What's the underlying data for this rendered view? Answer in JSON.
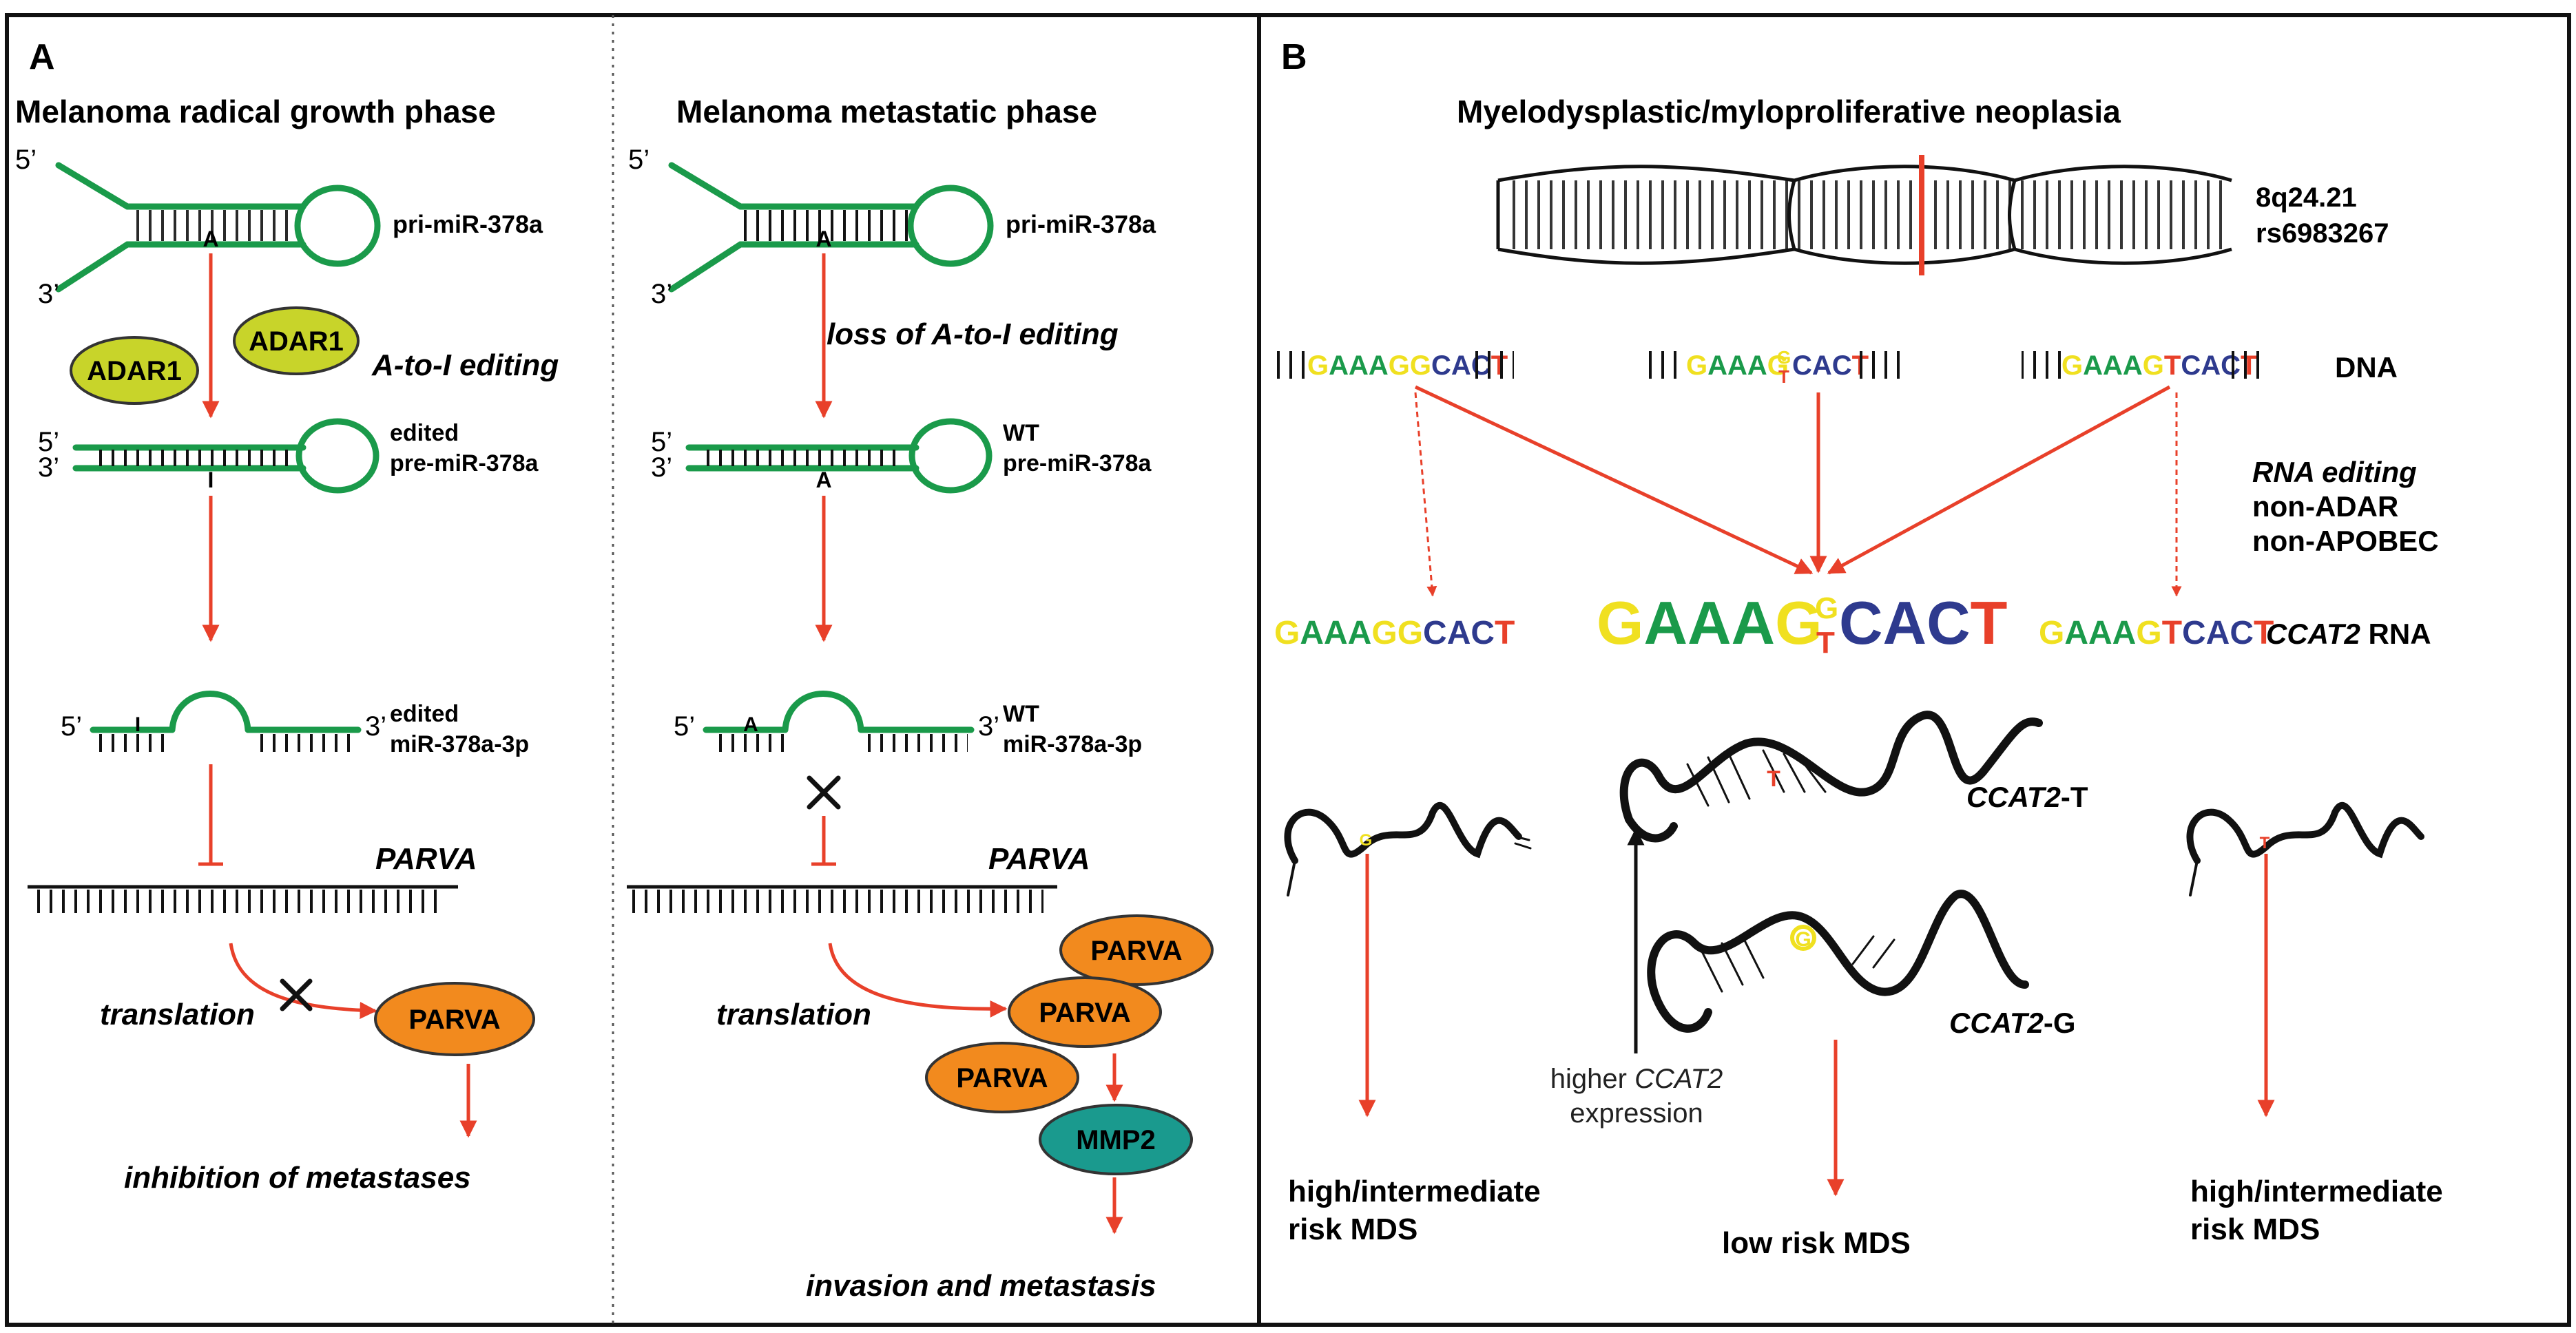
{
  "panel_a": {
    "letter": "A",
    "left": {
      "title": "Melanoma radical growth phase",
      "five_prime": "5’",
      "three_prime": "3’",
      "pri_label": "pri-miR-378a",
      "base_a": "A",
      "base_i": "I",
      "adar1_label": "ADAR1",
      "editing_label": "A-to-I editing",
      "pre_label_1": "edited",
      "pre_label_2": "pre-miR-378a",
      "mature_label_1": "edited",
      "mature_label_2": "miR-378a-3p",
      "target_label": "PARVA",
      "translation_label": "translation",
      "protein_label": "PARVA",
      "outcome": "inhibition of metastases"
    },
    "right": {
      "title": "Melanoma metastatic phase",
      "five_prime": "5’",
      "three_prime": "3’",
      "pri_label": "pri-miR-378a",
      "base_a": "A",
      "loss_label": "loss of A-to-I editing",
      "pre_label_1": "WT",
      "pre_label_2": "pre-miR-378a",
      "mature_label_1": "WT",
      "mature_label_2": "miR-378a-3p",
      "target_label": "PARVA",
      "translation_label": "translation",
      "protein_label": "PARVA",
      "mmp_label": "MMP2",
      "outcome": "invasion and metastasis"
    }
  },
  "panel_b": {
    "letter": "B",
    "title": "Myelodysplastic/myloproliferative neoplasia",
    "locus_1": "8q24.21",
    "locus_2": "rs6983267",
    "dna_label": "DNA",
    "rna_editing": "RNA editing",
    "non_adar": "non-ADAR",
    "non_apobec": "non-APOBEC",
    "rna_label_gene": "CCAT2",
    "rna_label_suffix": " RNA",
    "seq_prefix": "GAAAG",
    "seq_suffix": "CACT",
    "allele_g": "G",
    "allele_t": "T",
    "ccat2": "CCAT2",
    "suffix_t": "-T",
    "suffix_g": "-G",
    "higher": "higher ",
    "expression": "expression",
    "risk_left_1": "high/intermediate",
    "risk_left_2": "risk MDS",
    "risk_mid": "low risk MDS",
    "risk_right_1": "high/intermediate",
    "risk_right_2": "risk MDS"
  },
  "colors": {
    "green": "#1a9a4a",
    "red": "#e8402a",
    "yellow": "#f0e020",
    "navy": "#2e3a8e",
    "adar_fill": "#c8d42a",
    "parva_fill": "#f28a1e",
    "mmp_fill": "#1a9a8e"
  }
}
